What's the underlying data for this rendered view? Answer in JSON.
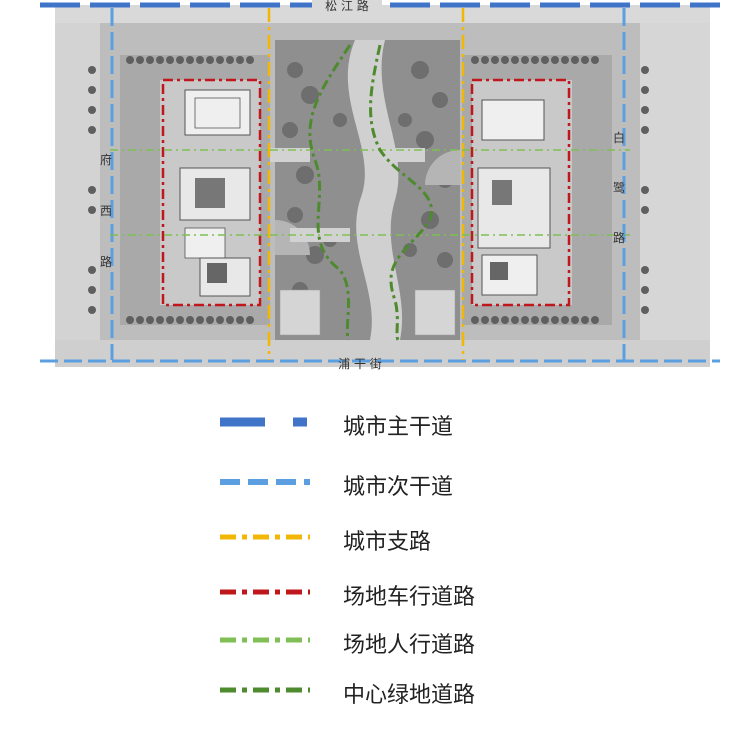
{
  "roads": {
    "north": "松 江 路",
    "south": "浦 干 街",
    "west": [
      "府",
      "西",
      "路"
    ],
    "east": [
      "白",
      "鹭",
      "路"
    ]
  },
  "legend": [
    {
      "label": "城市主干道",
      "color": "#3f74c8",
      "style": "major"
    },
    {
      "label": "城市次干道",
      "color": "#5b9fe0",
      "style": "dash"
    },
    {
      "label": "城市支路",
      "color": "#f2b705",
      "style": "dashdot"
    },
    {
      "label": "场地车行道路",
      "color": "#c0171d",
      "style": "dashdot"
    },
    {
      "label": "场地人行道路",
      "color": "#7fbf55",
      "style": "dashdot"
    },
    {
      "label": "中心绿地道路",
      "color": "#4e8a2e",
      "style": "dashdot"
    }
  ]
}
